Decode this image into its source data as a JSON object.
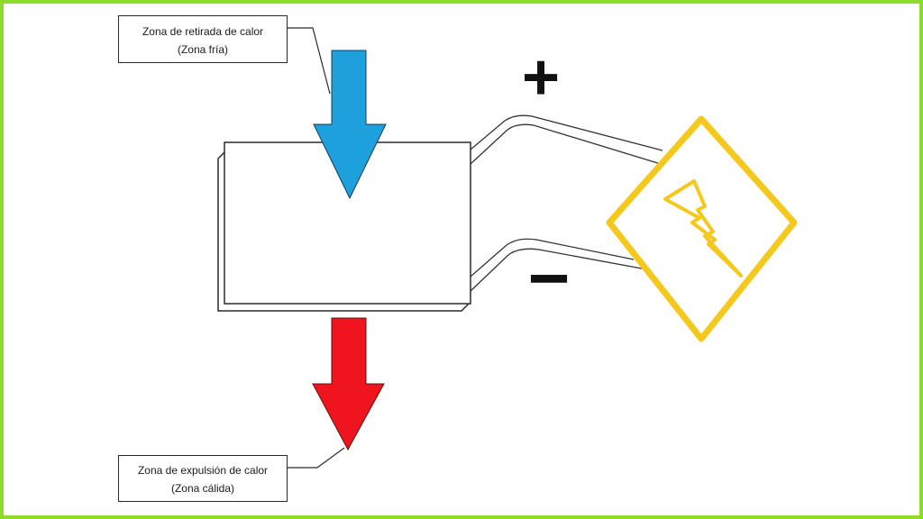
{
  "callouts": {
    "cold_zone": {
      "line1": "Zona de retirada de calor",
      "line2": "(Zona fría)"
    },
    "hot_zone": {
      "line1": "Zona de expulsión de calor",
      "line2": "(Zona cálida)"
    }
  },
  "terminals": {
    "positive": "+",
    "negative": "−"
  },
  "colors": {
    "frame": "#8edb2b",
    "cold_arrow": "#1ea0dc",
    "hot_arrow": "#f0141e",
    "power_symbol": "#f5c81e",
    "outline": "#2a2a2a"
  },
  "icons": {
    "power_source": "high-voltage-diamond-icon"
  }
}
